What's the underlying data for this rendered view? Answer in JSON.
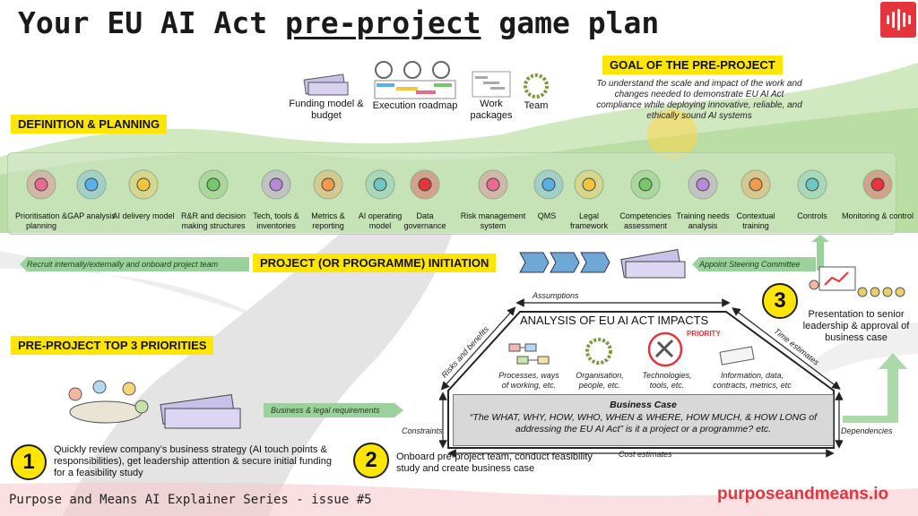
{
  "title": {
    "prefix": "Your EU AI Act ",
    "underlined": "pre-project",
    "suffix": " game plan"
  },
  "goal": {
    "heading": "GOAL OF THE PRE-PROJECT",
    "text": "To understand the scale and impact of the work and changes needed to demonstrate EU AI Act compliance while deploying innovative, reliable, and ethically sound AI systems"
  },
  "top_items": [
    {
      "label": "Funding model & budget",
      "icon": "money-stack-icon"
    },
    {
      "label": "Execution roadmap",
      "icon": "roadmap-icon"
    },
    {
      "label": "Work packages",
      "icon": "gantt-icon"
    },
    {
      "label": "Team",
      "icon": "team-circle-icon"
    }
  ],
  "definition": {
    "heading": "DEFINITION & PLANNING",
    "items": [
      {
        "label": "Prioritisation & planning",
        "icon": "planning-board-icon"
      },
      {
        "label": "GAP analysis",
        "icon": "puzzle-gear-icon"
      },
      {
        "label": "AI delivery model",
        "icon": "cycle-icon"
      },
      {
        "label": "R&R and decision making structures",
        "icon": "org-chart-icon"
      },
      {
        "label": "Tech, tools & inventories",
        "icon": "tools-icon"
      },
      {
        "label": "Metrics & reporting",
        "icon": "tape-measure-icon"
      },
      {
        "label": "AI operating model",
        "icon": "triangle-model-icon"
      },
      {
        "label": "Data governance",
        "icon": "shield-gears-icon"
      },
      {
        "label": "Risk management system",
        "icon": "checklist-icon"
      },
      {
        "label": "QMS",
        "icon": "thumbs-up-icon"
      },
      {
        "label": "Legal framework",
        "icon": "paragraph-icon"
      },
      {
        "label": "Competencies assessment",
        "icon": "people-icon"
      },
      {
        "label": "Training needs analysis",
        "icon": "person-star-icon"
      },
      {
        "label": "Contextual training",
        "icon": "person-training-icon"
      },
      {
        "label": "Controls",
        "icon": "network-icon"
      },
      {
        "label": "Monitoring & control",
        "icon": "magnifier-icon"
      }
    ]
  },
  "initiation": {
    "heading": "PROJECT (OR PROGRAMME) INITIATION",
    "left_arrow": "Recruit internally/externally and onboard project team",
    "right_arrow": "Appoint Steering Committee"
  },
  "priorities": {
    "heading": "PRE-PROJECT TOP 3 PRIORITIES",
    "arrow": "Business & legal requirements",
    "p1": {
      "num": "1",
      "text": "Quickly review company’s business strategy (AI touch points & responsibilities), get leadership attention & secure initial funding for a feasibility study"
    },
    "p2": {
      "num": "2",
      "text": "Onboard pre-project team, conduct feasibility study and create business case"
    },
    "p3": {
      "num": "3",
      "text": "Presentation to senior leadership & approval of business case"
    }
  },
  "analysis": {
    "heading": "ANALYSIS OF EU AI ACT IMPACTS",
    "priority": "PRIORITY",
    "items": [
      {
        "label": "Processes, ways of working, etc."
      },
      {
        "label": "Organisation, people, etc."
      },
      {
        "label": "Technologies, tools, etc."
      },
      {
        "label": "Information, data, contracts, metrics, etc"
      }
    ],
    "assumptions": "Assumptions",
    "risks": "Risks and benefits",
    "time": "Time estimates",
    "constraints": "Constraints",
    "dependencies": "Dependencies",
    "cost": "Cost estimates"
  },
  "business_case": {
    "title": "Business Case",
    "text": "“The WHAT, WHY, HOW, WHO, WHEN & WHERE, HOW MUCH, & HOW LONG of addressing the EU AI Act” is it a project or a programme? etc."
  },
  "footer": "Purpose and Means AI Explainer Series - issue #5",
  "brand": "purposeandmeans.io",
  "colors": {
    "accent_yellow": "#ffe600",
    "brand_red": "#e4343c",
    "arrow_green": "#9bd29b",
    "band_green": "#d2e6c8"
  }
}
